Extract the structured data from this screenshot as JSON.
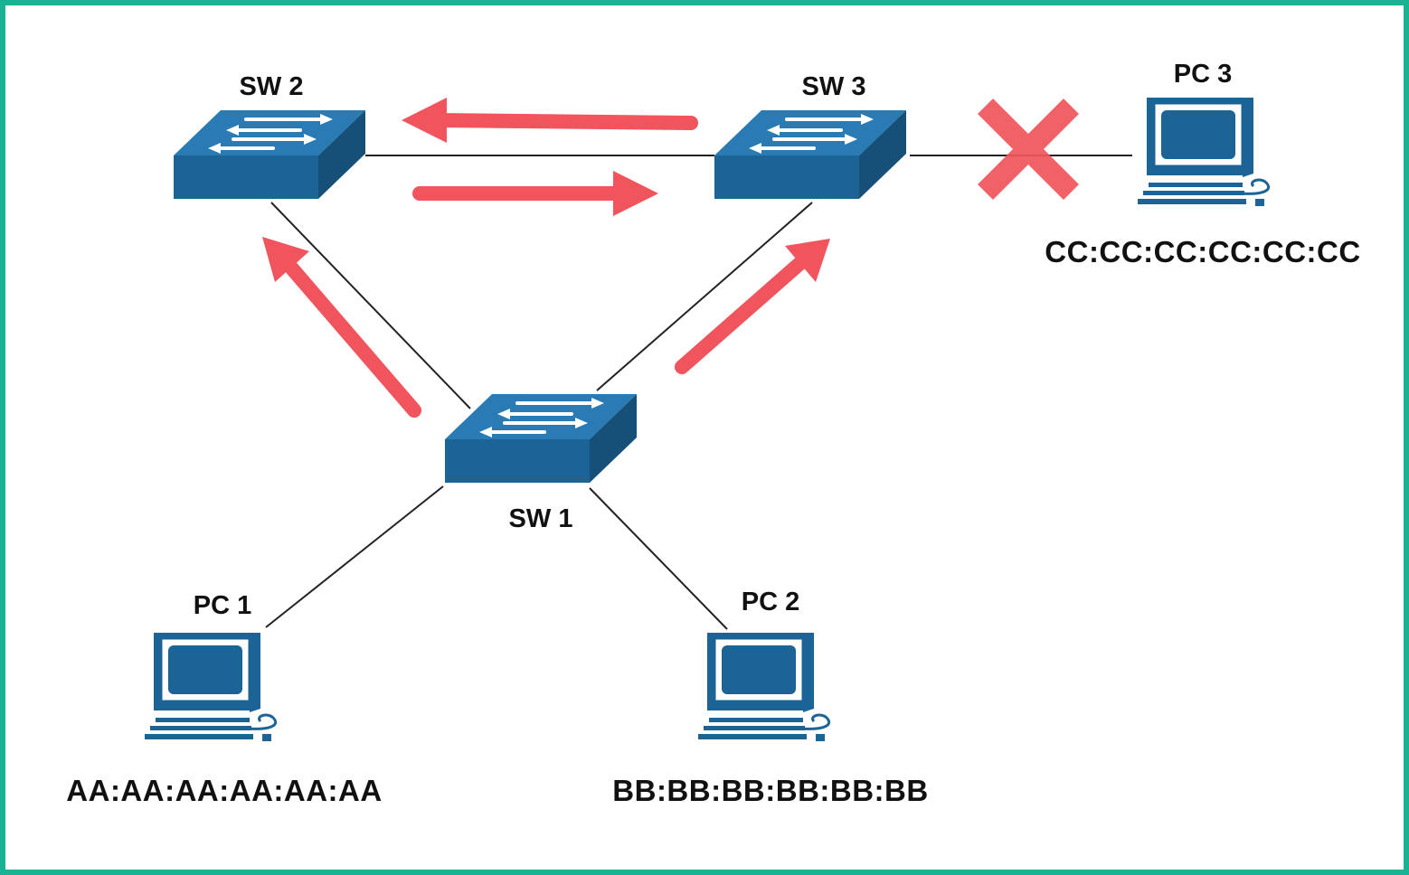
{
  "colors": {
    "frame": "#19b394",
    "device": "#1d6496",
    "device_top": "#2a7bb3",
    "device_side": "#164f78",
    "arrow": "#f0545c",
    "link": "#222222"
  },
  "switches": [
    {
      "id": "sw1",
      "label": "SW 1"
    },
    {
      "id": "sw2",
      "label": "SW 2"
    },
    {
      "id": "sw3",
      "label": "SW 3"
    }
  ],
  "pcs": [
    {
      "id": "pc1",
      "label": "PC 1",
      "mac": "AA:AA:AA:AA:AA:AA"
    },
    {
      "id": "pc2",
      "label": "PC 2",
      "mac": "BB:BB:BB:BB:BB:BB"
    },
    {
      "id": "pc3",
      "label": "PC 3",
      "mac": "CC:CC:CC:CC:CC:CC"
    }
  ],
  "links": [
    {
      "from": "sw2",
      "to": "sw3",
      "status": "up"
    },
    {
      "from": "sw1",
      "to": "sw2",
      "status": "up"
    },
    {
      "from": "sw1",
      "to": "sw3",
      "status": "up"
    },
    {
      "from": "sw1",
      "to": "pc1",
      "status": "up"
    },
    {
      "from": "sw1",
      "to": "pc2",
      "status": "up"
    },
    {
      "from": "sw3",
      "to": "pc3",
      "status": "down"
    }
  ],
  "flows": [
    {
      "from": "sw1",
      "to": "sw2"
    },
    {
      "from": "sw1",
      "to": "sw3"
    },
    {
      "from": "sw2",
      "to": "sw3"
    },
    {
      "from": "sw3",
      "to": "sw2"
    }
  ]
}
